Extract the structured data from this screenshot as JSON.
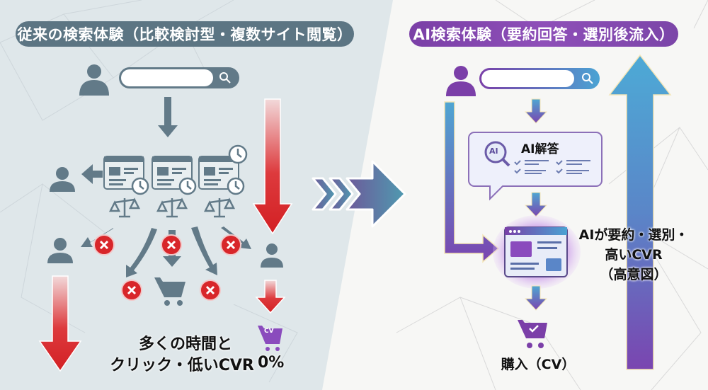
{
  "left_panel": {
    "title": "従来の検索体験（比較検討型・複数サイト閲覧）",
    "caption_line1": "多くの時間と",
    "caption_line2": "クリック・低いCVR",
    "cv_badge": "CV",
    "cv_rate": "0%",
    "icons": [
      "user-icon",
      "search-icon",
      "browser-window-icon",
      "clock-icon",
      "scales-icon",
      "x-mark-icon",
      "cart-icon"
    ]
  },
  "right_panel": {
    "title": "AI検索体験（要約回答・選別後流入）",
    "ai_bubble_label": "AI解答",
    "ai_badge": "AI",
    "side_label_line1": "AIが要約・選別・",
    "side_label_line2": "高いCVR",
    "side_label_line3": "（高意図）",
    "purchase_label": "購入（CV）",
    "icons": [
      "user-icon",
      "search-icon",
      "speech-bubble-icon",
      "magnifier-ai-icon",
      "checklist-icon",
      "browser-window-icon",
      "cart-check-icon"
    ]
  },
  "colors": {
    "left_bg": "#dfe6e8",
    "slate": "#627a88",
    "red": "#d8262a",
    "purple": "#7b3fa8",
    "teal_blue": "#4aa3d3"
  }
}
